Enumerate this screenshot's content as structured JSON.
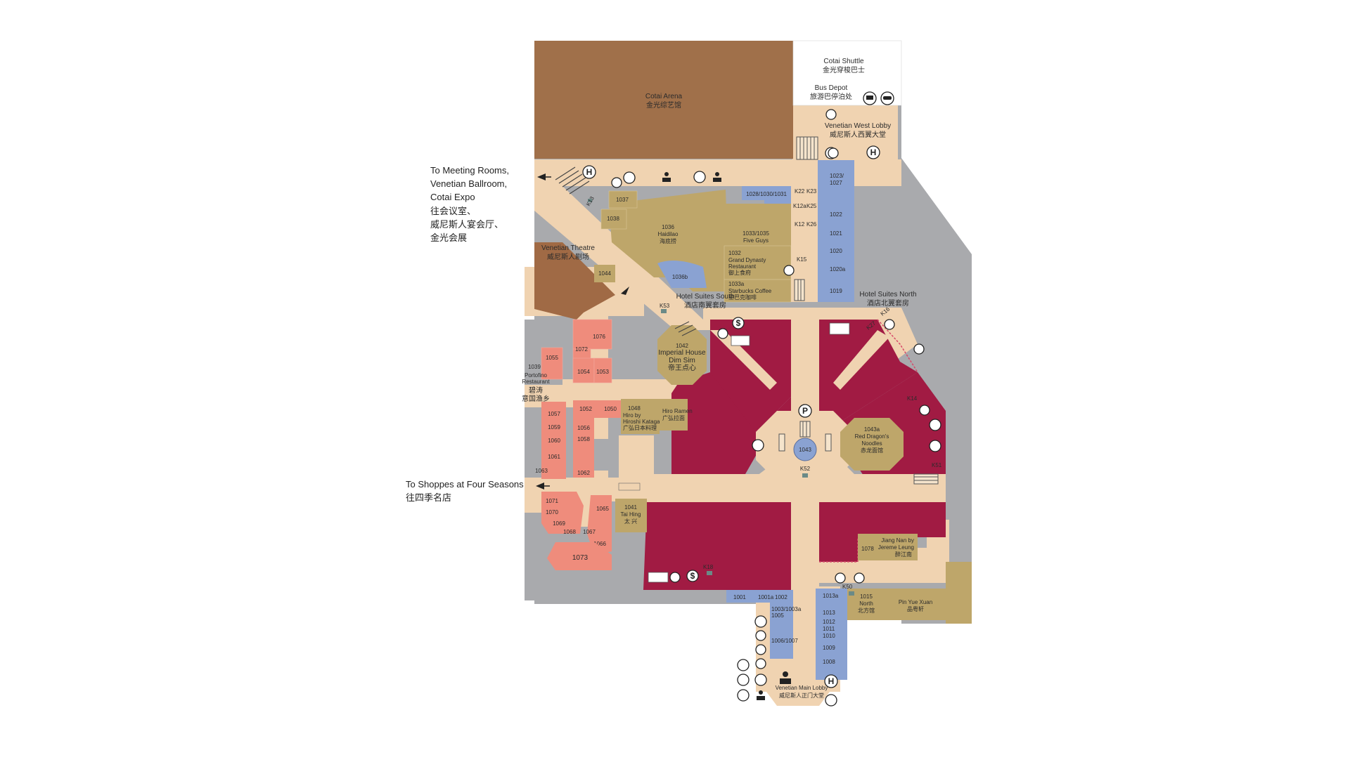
{
  "colors": {
    "arena": "#a0704a",
    "walkway": "#f0d3b1",
    "restaurant": "#bea66a",
    "retail_blue": "#8aa2d2",
    "casino": "#a11b43",
    "gray": "#a9aaad",
    "coral": "#ef8c7c",
    "theatre": "#a06a45"
  },
  "venues": {
    "cotai_arena": "Cotai Arena",
    "cotai_arena_cn": "金光综艺馆",
    "cotai_shuttle": "Cotai Shuttle",
    "cotai_shuttle_cn": "金光穿梭巴士",
    "bus_depot": "Bus Depot",
    "bus_depot_cn": "旅游巴停泊处",
    "west_lobby": "Venetian West Lobby",
    "west_lobby_cn": "威尼斯人西翼大堂",
    "theatre": "Venetian Theatre",
    "theatre_cn": "威尼斯人剧场",
    "suites_south": "Hotel Suites South",
    "suites_south_cn": "酒店南翼套房",
    "suites_north": "Hotel Suites North",
    "suites_north_cn": "酒店北翼套房",
    "main_lobby": "Venetian Main Lobby",
    "main_lobby_cn": "威尼斯人正门大堂"
  },
  "directions": {
    "meeting_l1": "To Meeting Rooms,",
    "meeting_l2": "Venetian Ballroom,",
    "meeting_l3": "Cotai Expo",
    "meeting_cn1": "往会议室、",
    "meeting_cn2": "威尼斯人宴会厅、",
    "meeting_cn3": "金光会展",
    "shoppes": "To Shoppes at Four Seasons",
    "shoppes_cn": "往四季名店"
  },
  "restaurants": {
    "haidilao_no": "1036",
    "haidilao": "Haidilao",
    "haidilao_cn": "海底捞",
    "fiveguys_no": "1033/1035",
    "fiveguys": "Five Guys",
    "grand_no": "1032",
    "grand_l1": "Grand Dynasty",
    "grand_l2": "Restaurant",
    "grand_cn": "御上食府",
    "starbucks_no": "1033a",
    "starbucks": "Starbucks Coffee",
    "starbucks_cn": "星巴克咖啡",
    "imperial_no": "1042",
    "imperial_l1": "Imperial House",
    "imperial_l2": "Dim Sim",
    "imperial_cn": "帝王点心",
    "portofino_no": "1039",
    "portofino_l1": "Portofino",
    "portofino_l2": "Restaurant",
    "portofino_cn1": "碧涛",
    "portofino_cn2": "意国渔乡",
    "hiro_no": "1048",
    "hiro_l1": "Hiro by",
    "hiro_l2": "Hiroshi Kataga",
    "hiro_cn": "广弘日本料理",
    "hiroramen": "Hiro Ramen",
    "hiroramen_cn": "广弘拉面",
    "reddragon_no": "1043a",
    "reddragon_l1": "Red Dragon's",
    "reddragon_l2": "Noodles",
    "reddragon_cn": "赤龙面馆",
    "taihing_no": "1041",
    "taihing": "Tai Hing",
    "taihing_cn": "太 兴",
    "jiangnan_no": "1078",
    "jiangnan_l1": "Jiang Nan by",
    "jiangnan_l2": "Jereme Leung",
    "jiangnan_cn": "醉江南",
    "north_no": "1015",
    "north": "North",
    "north_cn": "北方馆",
    "pinyue": "Pin Yue Xuan",
    "pinyue_cn": "品粤轩"
  },
  "units": {
    "u1037": "1037",
    "u1038": "1038",
    "u1036b": "1036b",
    "u1044": "1044",
    "u1028": "1028/1030/1031",
    "u1023": "1023/",
    "u1027": "1027",
    "u1022": "1022",
    "u1021": "1021",
    "u1020": "1020",
    "u1020a": "1020a",
    "u1019": "1019",
    "u1076": "1076",
    "u1072": "1072",
    "u1055": "1055",
    "u1054": "1054",
    "u1053": "1053",
    "u1052": "1052",
    "u1050": "1050",
    "u1057": "1057",
    "u1059": "1059",
    "u1060": "1060",
    "u1061": "1061",
    "u1063": "1063",
    "u1056": "1056",
    "u1058": "1058",
    "u1062": "1062",
    "u1071": "1071",
    "u1070": "1070",
    "u1069": "1069",
    "u1068": "1068",
    "u1065": "1065",
    "u1067": "1067",
    "u1066": "1066",
    "u1073": "1073",
    "u1043": "1043",
    "u1001": "1001",
    "u1001a": "1001a",
    "u1002": "1002",
    "u1003": "1003/1003a",
    "u1005": "1005",
    "u1006": "1006/1007",
    "u1013a": "1013a",
    "u1013": "1013",
    "u1012": "1012",
    "u1011": "1011",
    "u1010": "1010",
    "u1009": "1009",
    "u1008": "1008"
  },
  "kiosks": {
    "k13": "K13",
    "k22": "K22",
    "k23": "K23",
    "k12a": "K12a",
    "k25": "K25",
    "k12": "K12",
    "k26": "K26",
    "k15": "K15",
    "k53": "K53",
    "k27": "K27",
    "k16": "K16",
    "k14": "K14",
    "k52": "K52",
    "k51": "K51",
    "k18": "K18",
    "k50": "K50"
  },
  "symbols": {
    "hotel": "H",
    "parking": "P",
    "exchange": "$"
  }
}
